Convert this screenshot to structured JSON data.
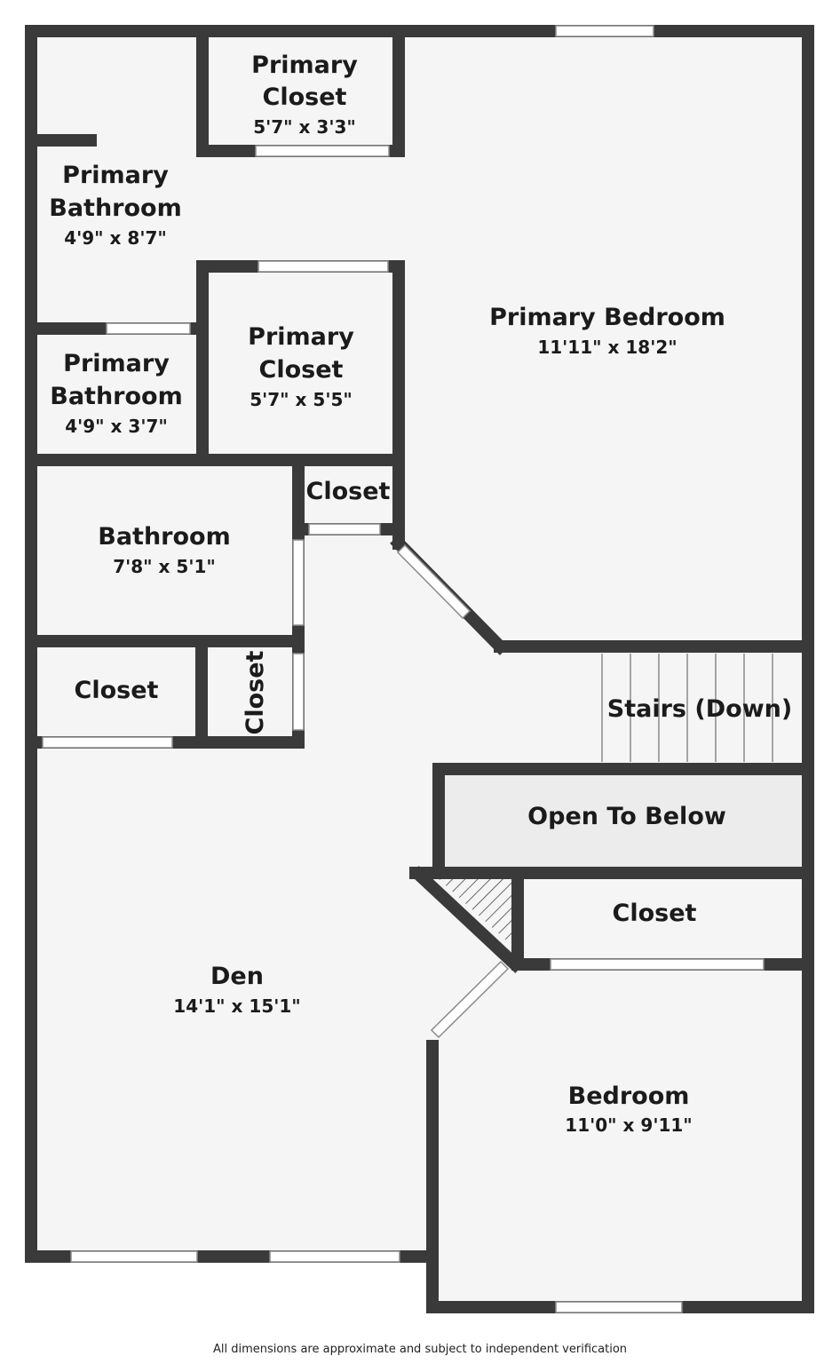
{
  "rooms": {
    "primary_closet_top": {
      "name_line1": "Primary",
      "name_line2": "Closet",
      "dims": "5'7\" x 3'3\""
    },
    "primary_bathroom_large": {
      "name_line1": "Primary",
      "name_line2": "Bathroom",
      "dims": "4'9\" x 8'7\""
    },
    "primary_closet_mid": {
      "name_line1": "Primary",
      "name_line2": "Closet",
      "dims": "5'7\" x 5'5\""
    },
    "primary_bathroom_small": {
      "name_line1": "Primary",
      "name_line2": "Bathroom",
      "dims": "4'9\" x 3'7\""
    },
    "primary_bedroom": {
      "name": "Primary Bedroom",
      "dims": "11'11\" x 18'2\""
    },
    "closet_small": {
      "name": "Closet"
    },
    "bathroom": {
      "name": "Bathroom",
      "dims": "7'8\" x 5'1\""
    },
    "closet_left": {
      "name": "Closet"
    },
    "closet_vertical": {
      "name": "Closet"
    },
    "stairs": {
      "name": "Stairs (Down)"
    },
    "open_to_below": {
      "name": "Open To Below"
    },
    "closet_right": {
      "name": "Closet"
    },
    "den": {
      "name": "Den",
      "dims": "14'1\" x 15'1\""
    },
    "bedroom": {
      "name": "Bedroom",
      "dims": "11'0\" x 9'11\""
    }
  },
  "footer": {
    "disclaimer": "All dimensions are approximate and subject to independent verification"
  },
  "colors": {
    "wall": "#3a3a3a",
    "floor": "#f5f5f5",
    "open_area": "#ececec"
  }
}
